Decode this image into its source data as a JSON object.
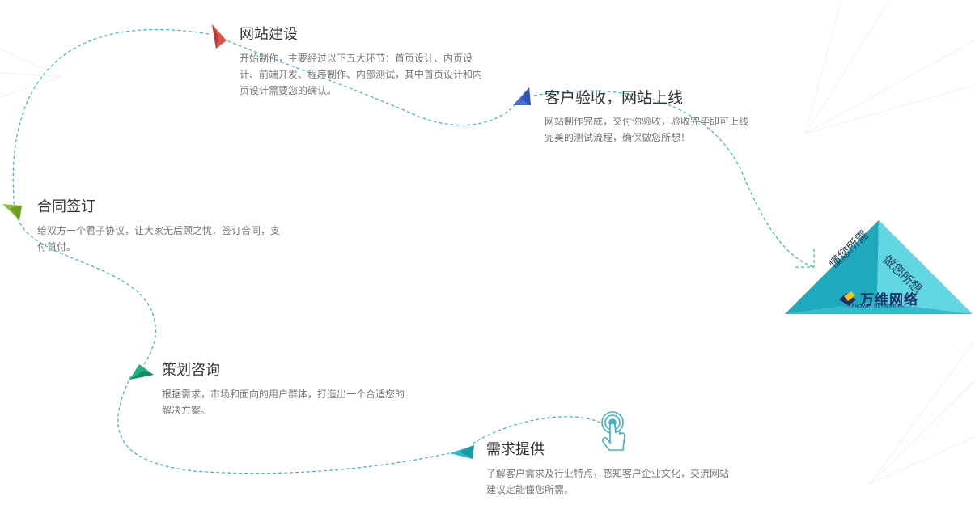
{
  "steps": {
    "build": {
      "title": "网站建设",
      "desc": "开始制作，主要经过以下五大环节：首页设计、内页设计、前端开发、程序制作、内部测试，其中首页设计和内页设计需要您的确认。"
    },
    "accept": {
      "title": "客户验收，网站上线",
      "desc": "网站制作完成，交付你验收，验收完毕即可上线完美的测试流程，确保做您所想！"
    },
    "contract": {
      "title": "合同签订",
      "desc": "给双方一个君子协议，让大家无后顾之忧，签订合同，支付首付。"
    },
    "plan": {
      "title": "策划咨询",
      "desc": "根据需求，市场和面向的用户群体，打造出一个合适您的解决方案。"
    },
    "need": {
      "title": "需求提供",
      "desc": "了解客户需求及行业特点，感知客户企业文化，交流网站建议定能懂您所需。"
    }
  },
  "badge": {
    "slogan_left": "懂您所需",
    "slogan_right": "做您所想",
    "brand": "万维网络",
    "brand_sub": "—FANGWEI NETWORK—"
  },
  "colors": {
    "path": "#3ab3c8",
    "arrow_red": "#d9534f",
    "arrow_blue": "#4a6fd3",
    "arrow_lime": "#8fbf3a",
    "arrow_green": "#1fae7e",
    "arrow_teal": "#32b8c8",
    "pyramid": "#34c3d3"
  }
}
